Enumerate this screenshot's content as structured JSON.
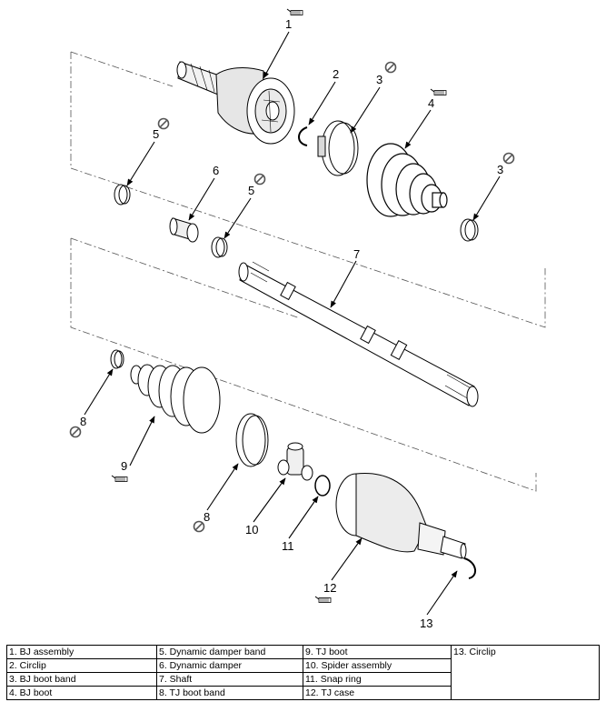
{
  "callouts": {
    "c1": "1",
    "c2": "2",
    "c3a": "3",
    "c3b": "3",
    "c4": "4",
    "c5a": "5",
    "c5b": "5",
    "c6": "6",
    "c7": "7",
    "c8a": "8",
    "c8b": "8",
    "c9": "9",
    "c10": "10",
    "c11": "11",
    "c12": "12",
    "c13": "13"
  },
  "legend": [
    [
      "1. BJ assembly",
      "5. Dynamic damper band",
      "9. TJ boot",
      "13. Circlip"
    ],
    [
      "2. Circlip",
      "6. Dynamic damper",
      "10. Spider assembly",
      ""
    ],
    [
      "3. BJ boot band",
      "7. Shaft",
      "11. Snap ring",
      ""
    ],
    [
      "4. BJ boot",
      "8. TJ boot band",
      "12. TJ case",
      ""
    ]
  ],
  "icons": {
    "do_not_reuse": "prohibited-circle-icon",
    "grease": "grease-tube-icon"
  }
}
